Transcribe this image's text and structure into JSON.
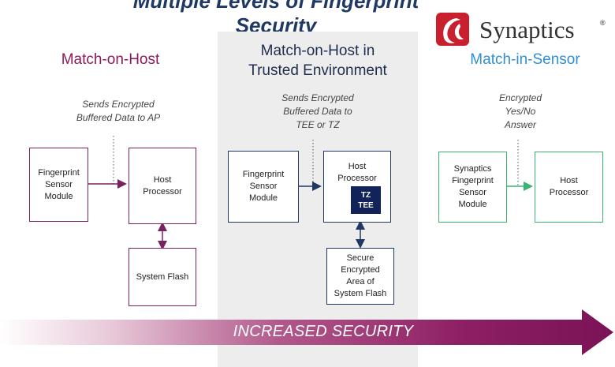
{
  "header": {
    "cut_title": "Multiple Levels of Fingerprint Security"
  },
  "logo": {
    "text": "Synaptics",
    "registered": "®"
  },
  "columns": {
    "left": {
      "title": "Match-on-Host",
      "note": "Sends Encrypted\nBuffered Data to AP",
      "sensor_box": "Fingerprint\nSensor\nModule",
      "host_box": "Host\nProcessor",
      "storage_box": "System Flash"
    },
    "middle": {
      "title": "Match-on-Host in\nTrusted Environment",
      "note": "Sends Encrypted\nBuffered Data to\nTEE or TZ",
      "sensor_box": "Fingerprint\nSensor\nModule",
      "host_box": "Host\nProcessor",
      "tz_badge": "TZ\nTEE",
      "storage_box": "Secure\nEncrypted\nArea of\nSystem Flash"
    },
    "right": {
      "title": "Match-in-Sensor",
      "note": "Encrypted\nYes/No\nAnswer",
      "sensor_box": "Synaptics\nFingerprint\nSensor\nModule",
      "host_box": "Host\nProcessor"
    }
  },
  "footer": {
    "security_label": "INCREASED SECURITY"
  },
  "colors": {
    "maroon": "#7a2160",
    "navy": "#1f3864",
    "green": "#3cb371",
    "light_blue": "#2f8fd6",
    "panel_gray": "#ededed",
    "logo_red": "#c8202f"
  }
}
